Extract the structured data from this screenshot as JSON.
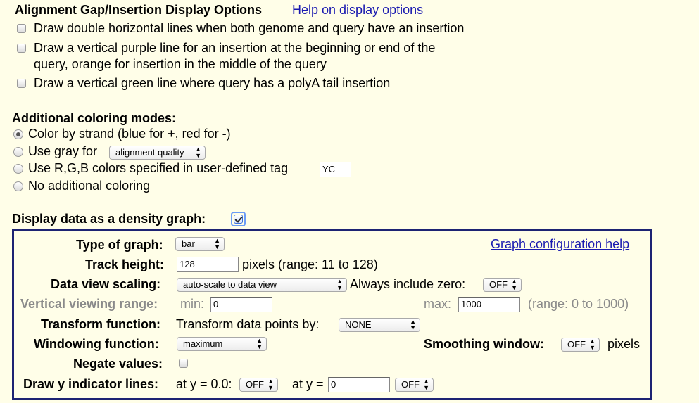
{
  "gap_section": {
    "title": "Alignment Gap/Insertion Display Options",
    "help_link": "Help on display options",
    "options": [
      "Draw double horizontal lines when both genome and query have an insertion",
      "Draw a vertical purple line for an insertion at the beginning or end of the",
      "query, orange for insertion in the middle of the query",
      "Draw a vertical green line where query has a polyA tail insertion"
    ]
  },
  "coloring": {
    "title": "Additional coloring modes:",
    "strand": "Color by strand (blue for +, red for -)",
    "gray_prefix": "Use gray for",
    "gray_select": "alignment quality",
    "rgb_label": "Use R,G,B colors specified in user-defined tag",
    "rgb_tag": "YC",
    "none": "No additional coloring",
    "selected": "strand"
  },
  "density": {
    "title": "Display data as a density graph:",
    "checked": true
  },
  "graph": {
    "help_link": "Graph configuration help",
    "type_label": "Type of graph:",
    "type_value": "bar",
    "height_label": "Track height:",
    "height_value": "128",
    "height_note": "pixels (range: 11 to 128)",
    "scaling_label": "Data view scaling:",
    "scaling_value": "auto-scale to data view",
    "zero_label": "Always include zero:",
    "zero_value": "OFF",
    "range_label": "Vertical viewing range:",
    "min_label": "min:",
    "min_value": "0",
    "max_label": "max:",
    "max_value": "1000",
    "range_note": "(range: 0 to 1000)",
    "transform_label": "Transform function:",
    "transform_text": "Transform data points by:",
    "transform_value": "NONE",
    "window_label": "Windowing function:",
    "window_value": "maximum",
    "smooth_label": "Smoothing window:",
    "smooth_value": "OFF",
    "smooth_unit": "pixels",
    "negate_label": "Negate values:",
    "yline_label": "Draw y indicator lines:",
    "yline_at0": "at y = 0.0:",
    "yline_at0_value": "OFF",
    "yline_aty": "at y =",
    "yline_y_value": "0",
    "yline_y_toggle": "OFF"
  }
}
